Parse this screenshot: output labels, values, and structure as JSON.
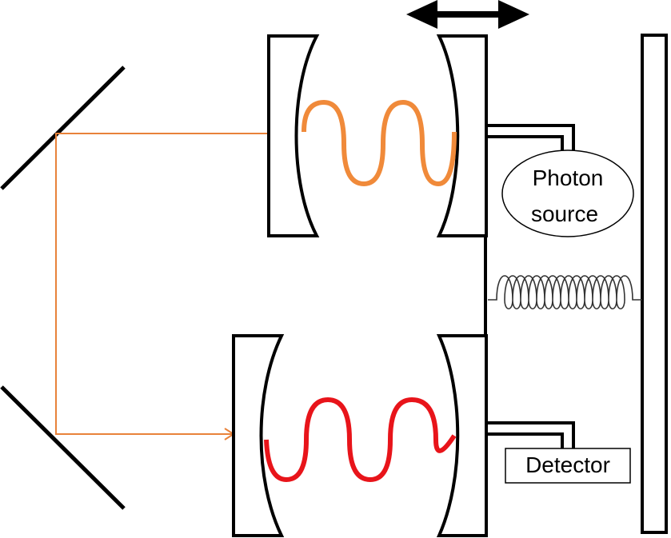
{
  "labels": {
    "photon_source_line1": "Photon",
    "photon_source_line2": "source",
    "detector": "Detector"
  },
  "colors": {
    "outline": "#000000",
    "beam": "#E8823A",
    "upper_wave": "#F08A3A",
    "lower_wave": "#E8141A",
    "spring": "#333333",
    "background": "#ffffff"
  },
  "icons": {
    "movement_arrow": "double-headed-arrow-icon"
  }
}
